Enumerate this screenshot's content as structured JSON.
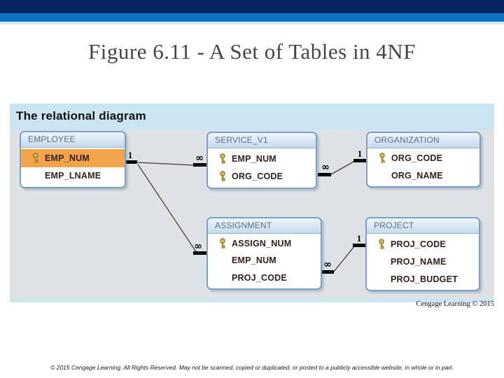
{
  "title": "Figure 6.11 - A Set of Tables in 4NF",
  "figure": {
    "heading": "The relational diagram",
    "credit": "Cengage Learning © 2015",
    "tables": [
      {
        "name": "EMPLOYEE",
        "fields": [
          {
            "name": "EMP_NUM",
            "key": true,
            "highlighted": true
          },
          {
            "name": "EMP_LNAME",
            "key": false,
            "highlighted": false
          }
        ]
      },
      {
        "name": "SERVICE_V1",
        "fields": [
          {
            "name": "EMP_NUM",
            "key": true,
            "highlighted": false
          },
          {
            "name": "ORG_CODE",
            "key": true,
            "highlighted": false
          }
        ]
      },
      {
        "name": "ORGANIZATION",
        "fields": [
          {
            "name": "ORG_CODE",
            "key": true,
            "highlighted": false
          },
          {
            "name": "ORG_NAME",
            "key": false,
            "highlighted": false
          }
        ]
      },
      {
        "name": "ASSIGNMENT",
        "fields": [
          {
            "name": "ASSIGN_NUM",
            "key": true,
            "highlighted": false
          },
          {
            "name": "EMP_NUM",
            "key": false,
            "highlighted": false
          },
          {
            "name": "PROJ_CODE",
            "key": false,
            "highlighted": false
          }
        ]
      },
      {
        "name": "PROJECT",
        "fields": [
          {
            "name": "PROJ_CODE",
            "key": true,
            "highlighted": false
          },
          {
            "name": "PROJ_NAME",
            "key": false,
            "highlighted": false
          },
          {
            "name": "PROJ_BUDGET",
            "key": false,
            "highlighted": false
          }
        ]
      }
    ],
    "connections": [
      {
        "from": "EMPLOYEE",
        "from_card": "1",
        "to": "SERVICE_V1",
        "to_card": "∞"
      },
      {
        "from": "EMPLOYEE",
        "from_card": "1",
        "to": "ASSIGNMENT",
        "to_card": "∞"
      },
      {
        "from": "ORGANIZATION",
        "from_card": "1",
        "to": "SERVICE_V1",
        "to_card": "∞"
      },
      {
        "from": "PROJECT",
        "from_card": "1",
        "to": "ASSIGNMENT",
        "to_card": "∞"
      }
    ]
  },
  "footer": "© 2015 Cengage Learning. All Rights Reserved. May not be scanned, copied or duplicated, or posted to a publicly accessible website, in whole or in part.",
  "colors": {
    "top_bar_navy": "#082463",
    "top_bar_blue": "#0e73c2",
    "top_bar_strip": "#d9e9f5",
    "panel_background": "#cbe4f2",
    "canvas_background": "#dfe2e5",
    "table_border": "#79a0c6",
    "table_header_gradient_top": "#eef5fc",
    "table_header_gradient_bottom": "#c5daee",
    "pk_highlight_orange": "#f2a44b",
    "key_icon_gold": "#eed049",
    "connector_line": "#3e3e3e"
  }
}
